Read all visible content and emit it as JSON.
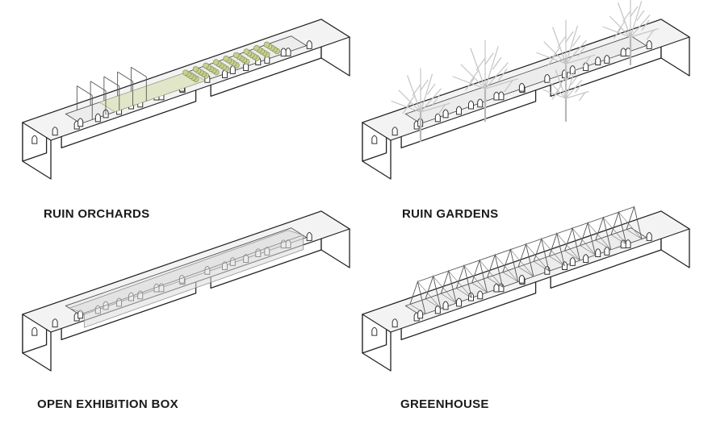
{
  "panels": [
    {
      "id": "ruin-orchards",
      "label": "RUIN ORCHARDS"
    },
    {
      "id": "ruin-gardens",
      "label": "RUIN GARDENS"
    },
    {
      "id": "open-exhibition-box",
      "label": "OPEN EXHIBITION BOX"
    },
    {
      "id": "greenhouse",
      "label": "GREENHOUSE"
    }
  ]
}
